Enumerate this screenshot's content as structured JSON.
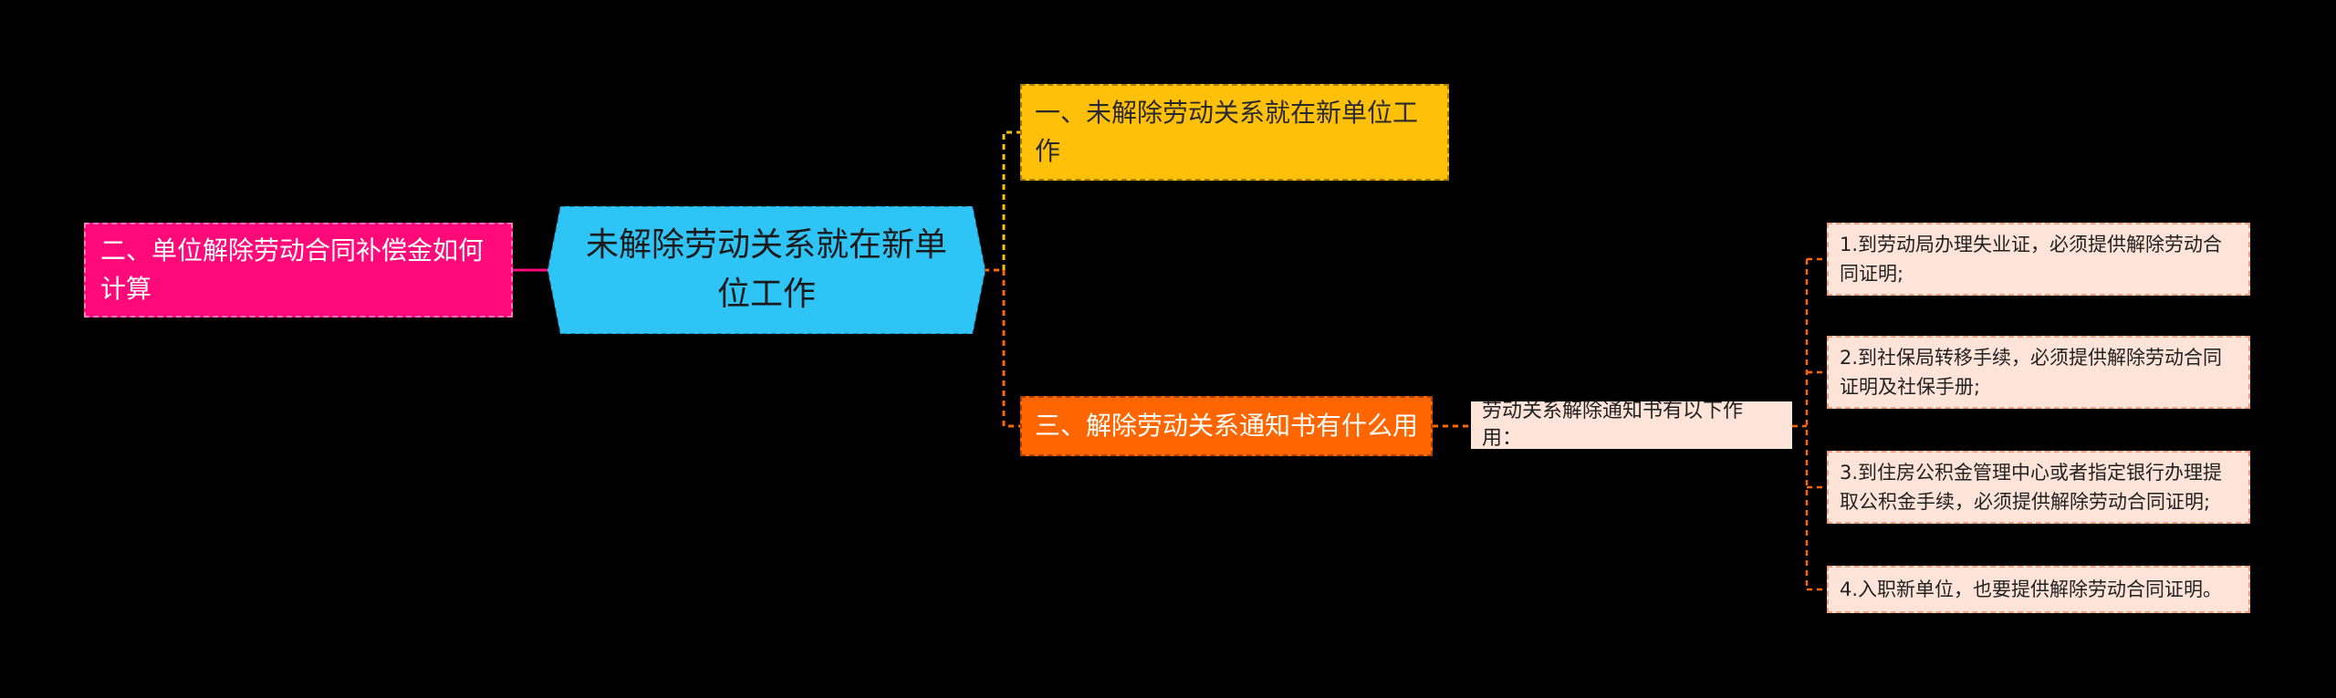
{
  "root": {
    "label": "未解除劳动关系就在新单位工作",
    "color": "#2ec4f5"
  },
  "left_branch": {
    "label": "二、单位解除劳动合同补偿金如何计算",
    "color": "#ff0a78"
  },
  "right_branches": [
    {
      "label": "一、未解除劳动关系就在新单位工作",
      "color": "#ffc00a"
    },
    {
      "label": "三、解除劳动关系通知书有什么用",
      "color": "#ff6600"
    }
  ],
  "notice_intro": {
    "label": "劳动关系解除通知书有以下作用："
  },
  "notice_items": [
    {
      "label": "1.到劳动局办理失业证，必须提供解除劳动合同证明;"
    },
    {
      "label": "2.到社保局转移手续，必须提供解除劳动合同证明及社保手册;"
    },
    {
      "label": "3.到住房公积金管理中心或者指定银行办理提取公积金手续，必须提供解除劳动合同证明;"
    },
    {
      "label": "4.入职新单位，也要提供解除劳动合同证明。"
    }
  ]
}
